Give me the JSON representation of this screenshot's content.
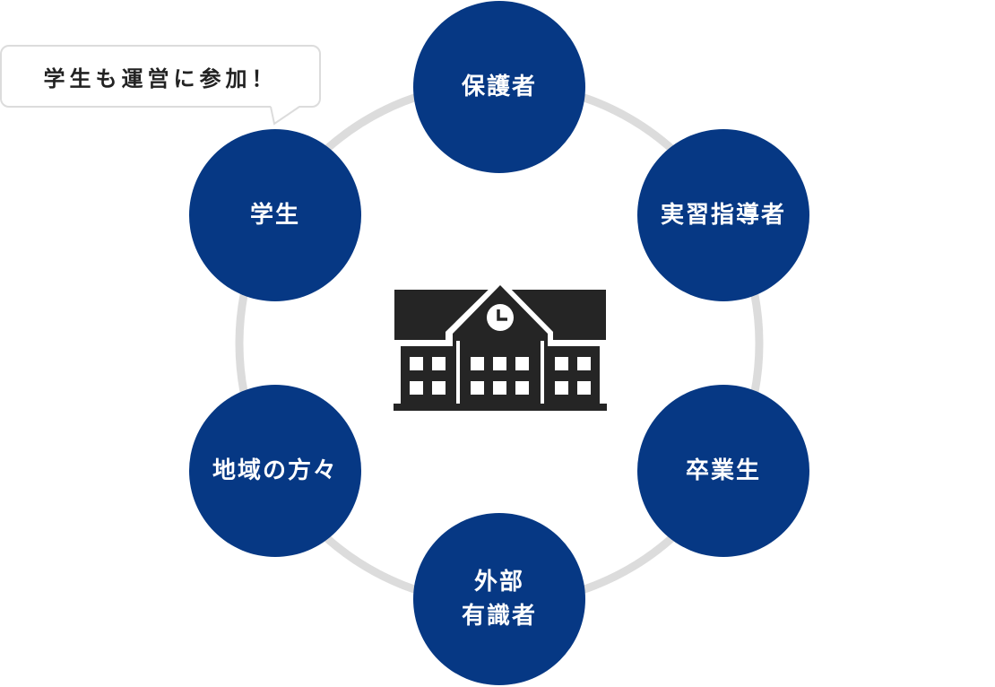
{
  "colors": {
    "node_fill": "#063884",
    "ring_stroke": "#dcdcdc",
    "bubble_border": "#dcdcdc",
    "bubble_text": "#222222",
    "icon_fill": "#252525"
  },
  "callout": {
    "text": "学生も運営に参加！"
  },
  "center": {
    "icon": "school-building-icon"
  },
  "nodes": [
    {
      "label": "保護者"
    },
    {
      "label": "実習指導者"
    },
    {
      "label": "卒業生"
    },
    {
      "label": "外部\n有識者"
    },
    {
      "label": "地域の方々"
    },
    {
      "label": "学生"
    }
  ]
}
